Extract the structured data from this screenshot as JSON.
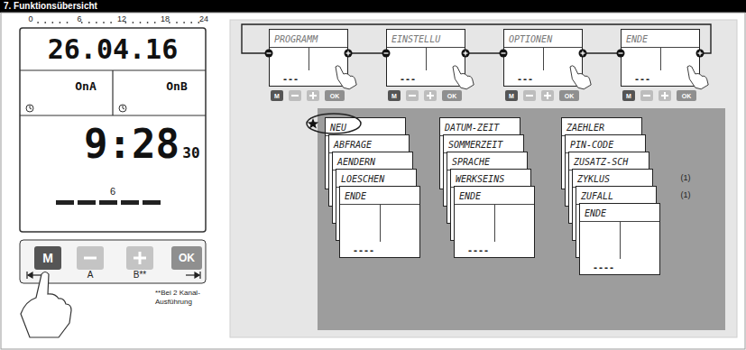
{
  "diagram": {
    "title": "7. Funktionsübersicht",
    "nodes": [
      {
        "text": [
          "PROGRAMM",
          "---"
        ]
      },
      {
        "text": [
          "EINSTELLU",
          "---"
        ]
      },
      {
        "text": [
          "OPTIONEN",
          "---"
        ]
      },
      {
        "text": [
          "ENDE",
          "---"
        ]
      },
      {
        "text": [
          "NEU"
        ]
      },
      {
        "text": [
          "ABFRAGE"
        ]
      },
      {
        "text": [
          "AENDERN"
        ]
      },
      {
        "text": [
          "LOESCHEN"
        ]
      },
      {
        "text": [
          "ENDE",
          "----"
        ]
      },
      {
        "text": [
          "DATUM-ZEIT"
        ]
      },
      {
        "text": [
          "SOMMERZEIT"
        ]
      },
      {
        "text": [
          "SPRACHE"
        ]
      },
      {
        "text": [
          "WERKSEINS"
        ]
      },
      {
        "text": [
          "ENDE",
          "----"
        ]
      },
      {
        "text": [
          "ZAEHLER"
        ]
      },
      {
        "text": [
          "PIN-CODE"
        ]
      },
      {
        "text": [
          "ZUSATZ-SCH"
        ]
      },
      {
        "text": [
          "ZYKLUS"
        ]
      },
      {
        "text": [
          "ZUFALL"
        ]
      },
      {
        "text": [
          "ENDE",
          "----"
        ]
      }
    ],
    "edges": [
      {
        "from": 0,
        "to": 1,
        "arrow": "none"
      },
      {
        "from": 1,
        "to": 2,
        "arrow": "none"
      },
      {
        "from": 2,
        "to": 3,
        "arrow": "none"
      },
      {
        "from": 3,
        "to": 0,
        "arrow": "none"
      }
    ],
    "labels": [
      "0",
      "6",
      "12",
      "18",
      "24",
      "26.04.16",
      "OnA",
      "OnB",
      "9:28",
      "30",
      "6",
      "M",
      "A",
      "B**",
      "OK",
      "**Bei 2 Kanal-Ausführung",
      "M",
      "OK",
      "M",
      "OK",
      "M",
      "OK",
      "M",
      "OK",
      "(1)",
      "(1)"
    ]
  }
}
